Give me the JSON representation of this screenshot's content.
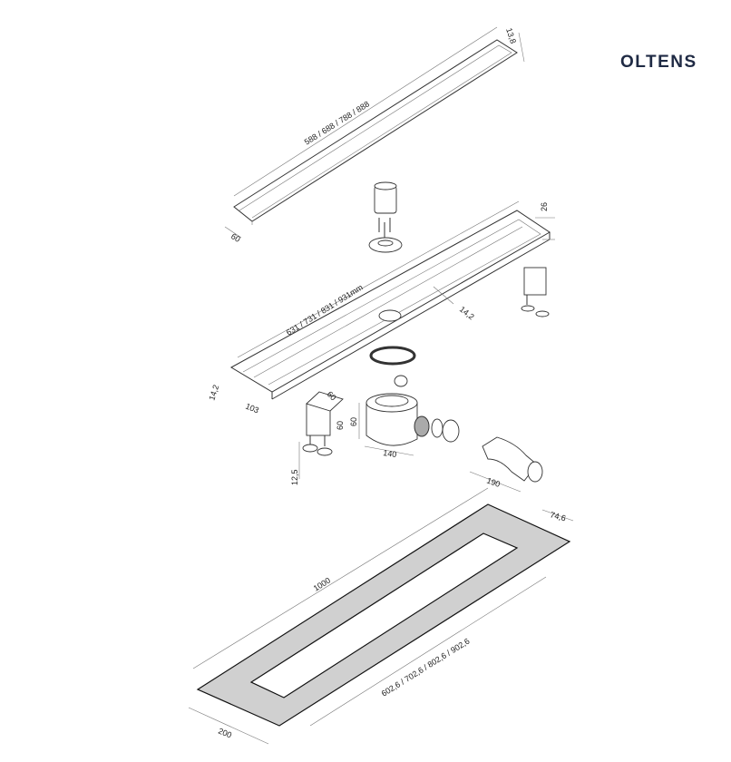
{
  "brand": {
    "logo_text": "OLTENS"
  },
  "grate": {
    "length_label": "588 / 688 / 788 / 888",
    "width_label": "60",
    "height_label": "13,8"
  },
  "channel": {
    "length_label": "631 / 731 / 831 / 931mm",
    "height_label": "26",
    "flange_label": "14,2",
    "side_label": "14,2",
    "width_label": "103"
  },
  "feet": {
    "width_label": "60",
    "height_label": "60",
    "adjust_label": "12,5"
  },
  "siphon": {
    "height_label": "60",
    "width_label": "140"
  },
  "elbow": {
    "length_label": "190"
  },
  "membrane": {
    "length_label": "1000",
    "inner_length_label": "602,6 / 702,6 / 802,6 / 902,6",
    "width_label": "200",
    "border_label": "74,6"
  },
  "colors": {
    "membrane_fill": "#d0d0d0",
    "logo": "#1f2a44"
  }
}
